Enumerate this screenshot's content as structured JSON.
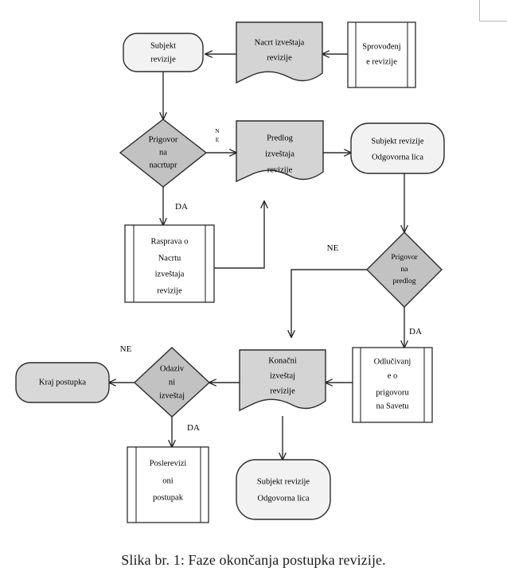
{
  "figure": {
    "caption": "Slika br. 1: Faze okončanja postupka revizije.",
    "language": "sr",
    "colors": {
      "process_fill": "#ffffff",
      "document_fill": "#d4d4d4",
      "decision_fill": "#c2c2c2",
      "terminator_fill": "#f2f2f2",
      "terminator_end_fill": "#d8d8d8",
      "stroke": "#2b2b2b",
      "corner_mark": "#b9b9b9",
      "background": "#ffffff"
    }
  },
  "chart_data": {
    "type": "diagram",
    "title": "Slika br. 1: Faze okončanja postupka revizije.",
    "nodes": [
      {
        "id": "sprovodjenje",
        "shape": "predefined-process",
        "lines": [
          "Sprovođenj",
          "e revizije"
        ]
      },
      {
        "id": "nacrt_izvestaja",
        "shape": "document",
        "lines": [
          "Nacrt izveštaja",
          "revizije"
        ]
      },
      {
        "id": "subjekt_revizije_1",
        "shape": "terminator",
        "lines": [
          "Subjekt",
          "revizije"
        ]
      },
      {
        "id": "prigovor_na_nacrt",
        "shape": "decision",
        "lines": [
          "Prigovor",
          "na",
          "nacrtupr"
        ]
      },
      {
        "id": "predlog_izvestaja",
        "shape": "document",
        "lines": [
          "Predlog",
          "izveštaja",
          "revizije"
        ]
      },
      {
        "id": "subjekt_revizije_2",
        "shape": "terminator",
        "lines": [
          "Subjekt revizije",
          "Odgovorna lica"
        ]
      },
      {
        "id": "rasprava",
        "shape": "predefined-process",
        "lines": [
          "Rasprava o",
          "Nacrtu",
          "izveštaja",
          "revizije"
        ]
      },
      {
        "id": "prigovor_na_predlog",
        "shape": "decision",
        "lines": [
          "Prigovor",
          "na",
          "predlog"
        ]
      },
      {
        "id": "odlucivanje",
        "shape": "predefined-process",
        "lines": [
          "Odlučivanj",
          "e o",
          "prigovoru",
          "na Savetu"
        ]
      },
      {
        "id": "konacni_izvestaj",
        "shape": "document",
        "lines": [
          "Konačni",
          "izveštaj",
          "revizije"
        ]
      },
      {
        "id": "odazivni_izvestaj",
        "shape": "decision",
        "lines": [
          "Odaziv",
          "ni",
          "izveštaj"
        ]
      },
      {
        "id": "kraj_postupka",
        "shape": "terminator",
        "lines": [
          "Kraj postupka"
        ]
      },
      {
        "id": "poslerevizioni",
        "shape": "predefined-process",
        "lines": [
          "Poslerevizi",
          "oni",
          "postupak"
        ]
      },
      {
        "id": "subjekt_revizije_3",
        "shape": "terminator",
        "lines": [
          "Subjekt revizije",
          "Odgovorna lica"
        ]
      }
    ],
    "edges": [
      {
        "from": "sprovodjenje",
        "to": "nacrt_izvestaja",
        "label": ""
      },
      {
        "from": "nacrt_izvestaja",
        "to": "subjekt_revizije_1",
        "label": ""
      },
      {
        "from": "subjekt_revizije_1",
        "to": "prigovor_na_nacrt",
        "label": ""
      },
      {
        "from": "prigovor_na_nacrt",
        "to": "predlog_izvestaja",
        "label": "NE"
      },
      {
        "from": "prigovor_na_nacrt",
        "to": "rasprava",
        "label": "DA"
      },
      {
        "from": "rasprava",
        "to": "predlog_izvestaja",
        "label": ""
      },
      {
        "from": "predlog_izvestaja",
        "to": "subjekt_revizije_2",
        "label": ""
      },
      {
        "from": "subjekt_revizije_2",
        "to": "prigovor_na_predlog",
        "label": ""
      },
      {
        "from": "prigovor_na_predlog",
        "to": "konacni_izvestaj",
        "label": "NE"
      },
      {
        "from": "prigovor_na_predlog",
        "to": "odlucivanje",
        "label": "DA"
      },
      {
        "from": "odlucivanje",
        "to": "konacni_izvestaj",
        "label": ""
      },
      {
        "from": "konacni_izvestaj",
        "to": "odazivni_izvestaj",
        "label": ""
      },
      {
        "from": "konacni_izvestaj",
        "to": "subjekt_revizije_3",
        "label": ""
      },
      {
        "from": "odazivni_izvestaj",
        "to": "kraj_postupka",
        "label": "NE"
      },
      {
        "from": "odazivni_izvestaj",
        "to": "poslerevizioni",
        "label": "DA"
      }
    ]
  },
  "labels": {
    "sprovodjenje_l1": "Sprovođenj",
    "sprovodjenje_l2": "e revizije",
    "nacrt_l1": "Nacrt izveštaja",
    "nacrt_l2": "revizije",
    "subjekt1_l1": "Subjekt",
    "subjekt1_l2": "revizije",
    "prigovor_nacrt_l1": "Prigovor",
    "prigovor_nacrt_l2": "na",
    "prigovor_nacrt_l3": "nacrtupr",
    "predlog_l1": "Predlog",
    "predlog_l2": "izveštaja",
    "predlog_l3": "revizije",
    "subjekt2_l1": "Subjekt revizije",
    "subjekt2_l2": "Odgovorna lica",
    "rasprava_l1": "Rasprava o",
    "rasprava_l2": "Nacrtu",
    "rasprava_l3": "izveštaja",
    "rasprava_l4": "revizije",
    "prigovor_predlog_l1": "Prigovor",
    "prigovor_predlog_l2": "na",
    "prigovor_predlog_l3": "predlog",
    "odlucivanje_l1": "Odlučivanj",
    "odlucivanje_l2": "e o",
    "odlucivanje_l3": "prigovoru",
    "odlucivanje_l4": "na Savetu",
    "konacni_l1": "Konačni",
    "konacni_l2": "izveštaj",
    "konacni_l3": "revizije",
    "odazivni_l1": "Odaziv",
    "odazivni_l2": "ni",
    "odazivni_l3": "izveštaj",
    "kraj_l1": "Kraj postupka",
    "poslerevizioni_l1": "Poslerevizi",
    "poslerevizioni_l2": "oni",
    "poslerevizioni_l3": "postupak",
    "subjekt3_l1": "Subjekt revizije",
    "subjekt3_l2": "Odgovorna lica",
    "ne_top_l1": "N",
    "ne_top_l2": "E",
    "da_nacrt": "DA",
    "ne_predlog": "NE",
    "da_predlog": "DA",
    "ne_odaziv": "NE",
    "da_odaziv": "DA"
  }
}
